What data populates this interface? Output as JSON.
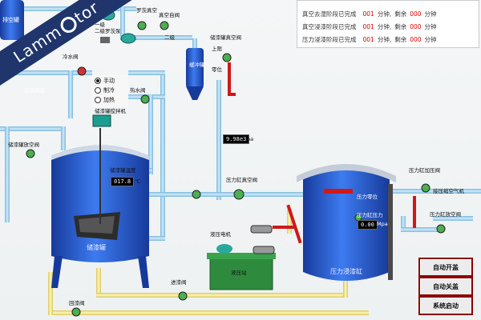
{
  "labels": {
    "exhaust_tank": "排空罐",
    "rough_vacuum_1": "罗茨真空",
    "rough_vacuum_2": "一级",
    "rough_vacuum_3": "二级",
    "vacuum_pump": "二级罗茨泵",
    "vacuum_auto_valve": "真空自阀",
    "tank_vacuum_valve": "储漆罐真空阀",
    "upper_limit": "上限",
    "lower_limit": "零位",
    "buffer_tank": "缓冲罐",
    "heating_unit": "加热机组",
    "cooling_valve": "冷水阀",
    "hot_water_valve": "热水阀",
    "stirrer": "储漆罐搅拌机",
    "tank_vent_valve": "储漆罐放空阀",
    "paint_temp": "储漆罐温度",
    "paint_tank": "储漆罐",
    "pressure_vacuum_valve": "压力缸真空阀",
    "gear_pump": "液压电机",
    "hydraulic_station": "液压站",
    "pressure_tank": "压力浸漆缸",
    "pressure_zero": "压力零位",
    "pressure_gauge": "压力缸压力",
    "pressure_inlet_valve": "压力缸加压阀",
    "compressed_air": "接压缩空气机",
    "pressure_vent_valve": "压力缸放空阀",
    "drain_valve": "进漆阀",
    "return_valve": "回漆阀"
  },
  "mode_select": {
    "options": [
      "手动",
      "制冷",
      "加热"
    ],
    "selected": "手动"
  },
  "readouts": {
    "paint_temp_value": "017.8",
    "paint_temp_unit": "℃",
    "vacuum_value": "9.98e3",
    "vacuum_unit": "pa",
    "pressure_value": "0.00",
    "pressure_unit": "Mpa"
  },
  "status_panel": {
    "rows": [
      {
        "label": "真空去湿阶段已完成",
        "done": "001",
        "unit1": "分钟,",
        "remain_label": "剩余",
        "remain": "000",
        "unit2": "分钟"
      },
      {
        "label": "真空浸漆阶段已完成",
        "done": "001",
        "unit1": "分钟,",
        "remain_label": "剩余",
        "remain": "000",
        "unit2": "分钟"
      },
      {
        "label": "压力浸漆阶段已完成",
        "done": "001",
        "unit1": "分钟,",
        "remain_label": "剩余",
        "remain": "000",
        "unit2": "分钟"
      }
    ]
  },
  "buttons": {
    "auto_open": "自动开盖",
    "auto_close": "自动关盖",
    "system_start": "系统启动"
  },
  "watermark": "Lammotor",
  "colors": {
    "pipe": "#9ecfe8",
    "pipe_yellow": "#f0e49a",
    "tank_blue": "#2b62d6",
    "tank_dark": "#173a9a",
    "hydraulic_green": "#2e8b3e",
    "danger_red": "#d01818",
    "valve_green": "#4caf50"
  },
  "icons": [
    "valve-icon",
    "pump-icon",
    "motor-icon",
    "gauge-icon"
  ]
}
